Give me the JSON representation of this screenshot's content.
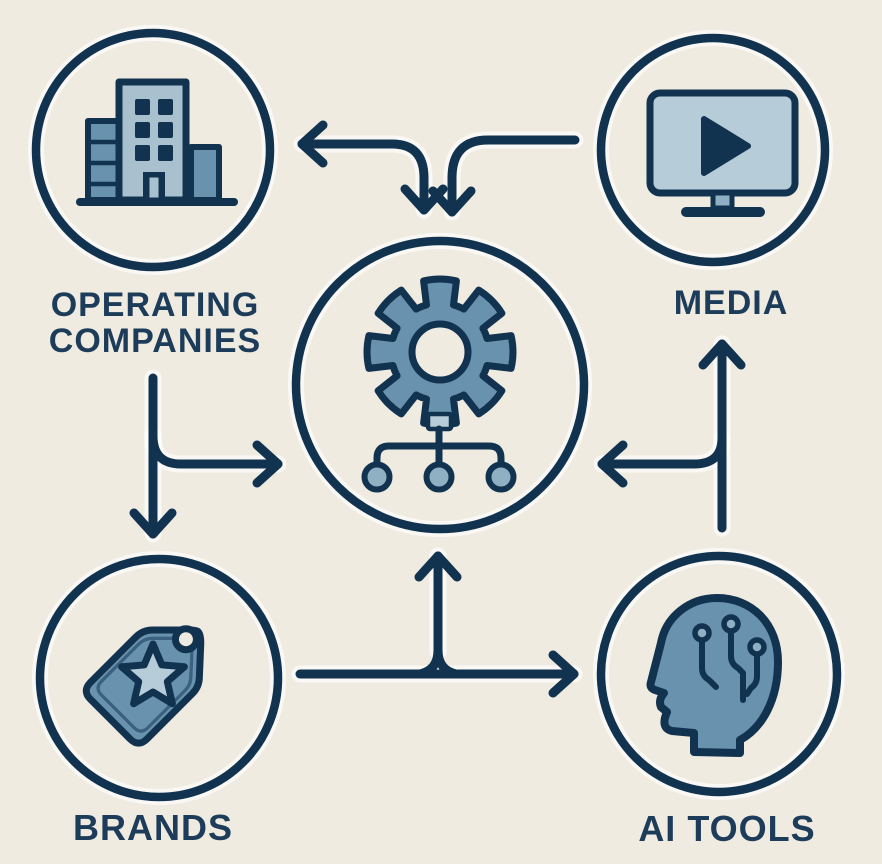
{
  "diagram": {
    "colors": {
      "background": "#EFEBE1",
      "line": "#11334F",
      "text": "#1C3C59",
      "icon_mid": "#6992AE",
      "icon_mid_light": "#8FB0C2",
      "icon_light": "#B7CCD9",
      "building_light": "#A9C1CF"
    },
    "nodes": {
      "operating_companies": {
        "label_line1": "OPERATING",
        "label_line2": "COMPANIES",
        "icon": "building-icon"
      },
      "media": {
        "label": "MEDIA",
        "icon": "monitor-play-icon"
      },
      "hub": {
        "label": "",
        "icon": "gear-hierarchy-icon"
      },
      "brands": {
        "label": "BRANDS",
        "icon": "price-tag-star-icon"
      },
      "ai_tools": {
        "label": "AI TOOLS",
        "icon": "head-circuit-icon"
      }
    },
    "edges": [
      {
        "from": "media",
        "to": "operating_companies"
      },
      {
        "from": "media",
        "to": "hub"
      },
      {
        "from": "operating_companies",
        "to": "brands"
      },
      {
        "from": "operating_companies",
        "to": "hub"
      },
      {
        "from": "brands",
        "to": "ai_tools"
      },
      {
        "from": "brands",
        "to": "hub"
      },
      {
        "from": "ai_tools",
        "to": "media"
      },
      {
        "from": "ai_tools",
        "to": "hub"
      }
    ]
  }
}
